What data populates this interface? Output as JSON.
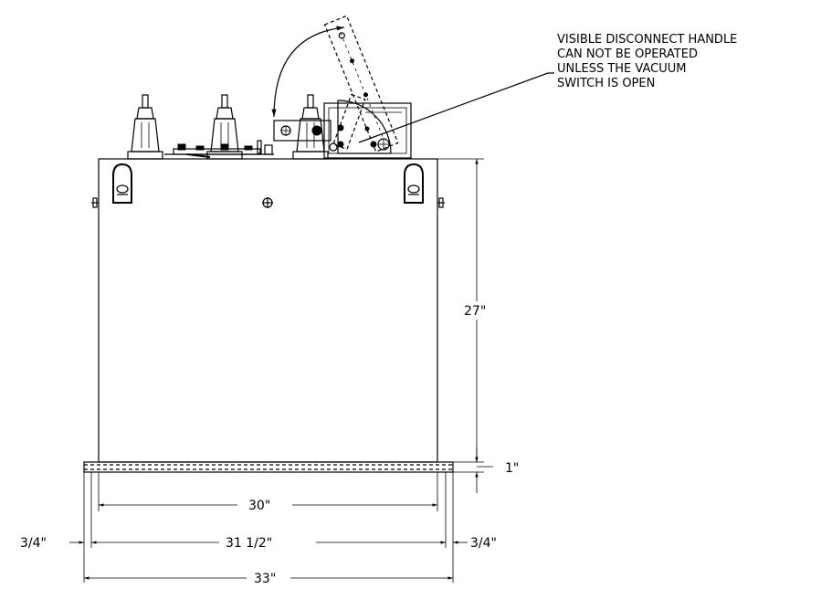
{
  "note": {
    "line1": "VISIBLE DISCONNECT HANDLE",
    "line2": "CAN NOT BE OPERATED",
    "line3": "UNLESS THE VACUUM",
    "line4": "SWITCH IS OPEN"
  },
  "dimensions": {
    "height": "27\"",
    "base_thickness": "1\"",
    "inner_width": "30\"",
    "mid_width": "31 1/2\"",
    "overall_width": "33\"",
    "left_overhang": "3/4\"",
    "right_overhang": "3/4\""
  }
}
